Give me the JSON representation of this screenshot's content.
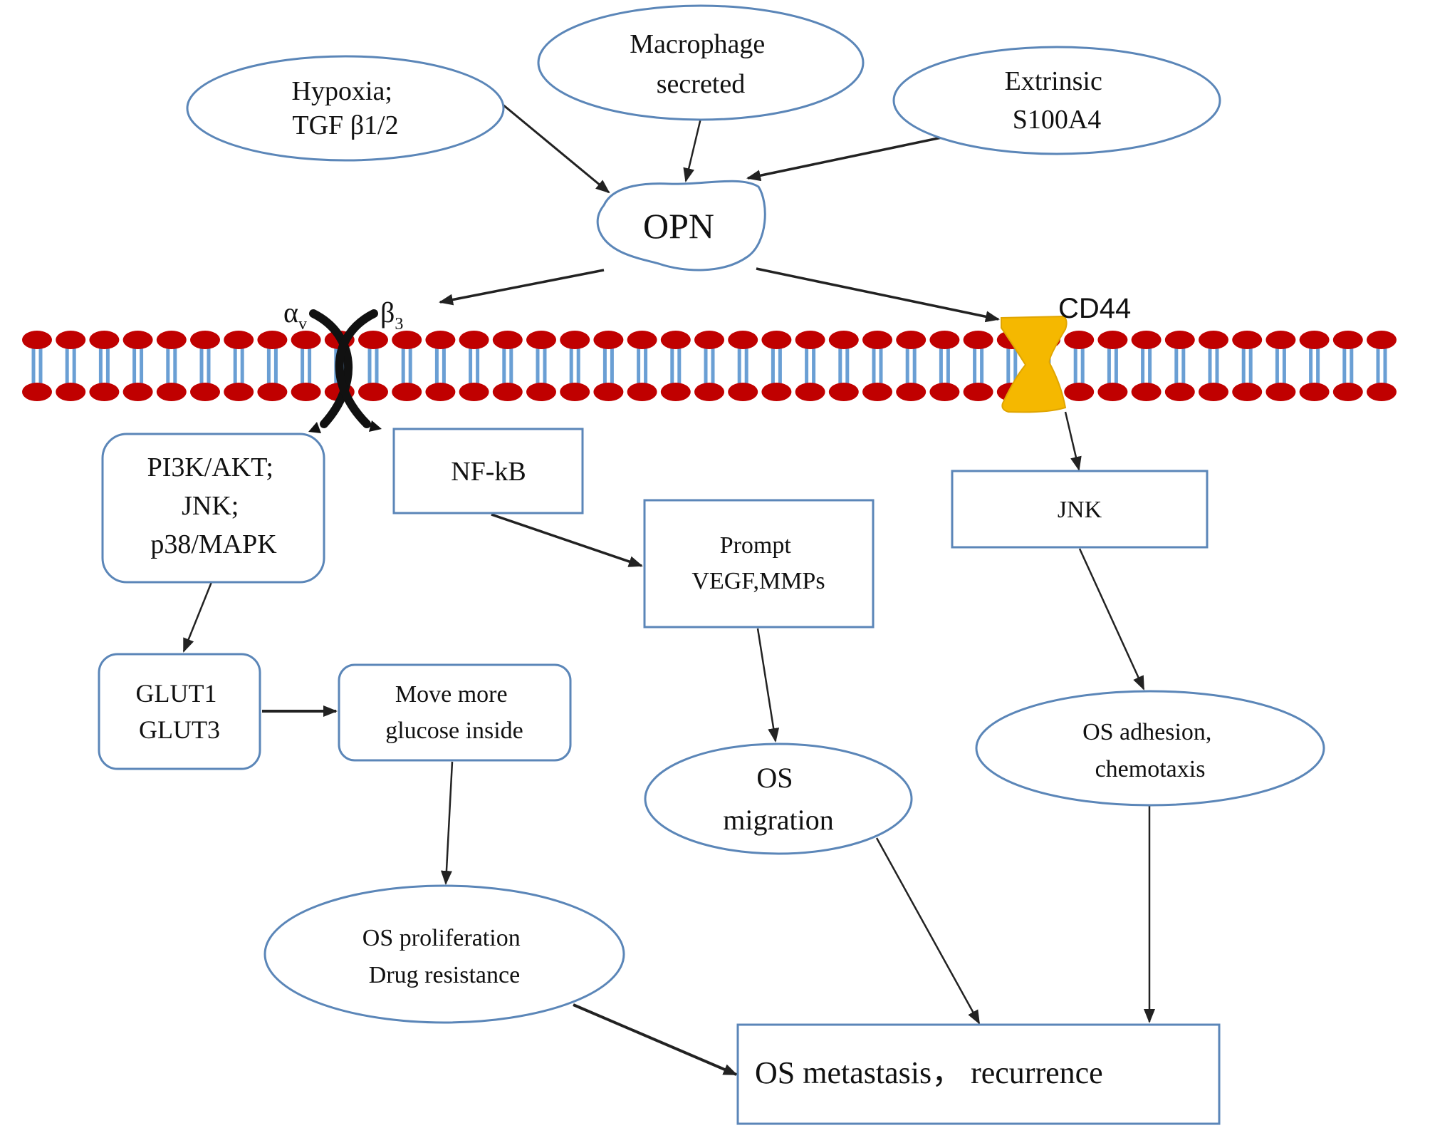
{
  "colors": {
    "node_border": "#5b86b8",
    "arrow": "#222222",
    "lipid_head": "#c00000",
    "lipid_tail": "#6a9fd4",
    "cd44_fill": "#f5b800",
    "integrin": "#111111"
  },
  "nodes": {
    "hypoxia": [
      "Hypoxia;",
      "TGF β1/2"
    ],
    "macrophage": [
      "Macrophage",
      "secreted"
    ],
    "extrinsic": [
      "Extrinsic",
      "S100A4"
    ],
    "opn": [
      "OPN"
    ],
    "pi3k": [
      "PI3K/AKT;",
      "JNK;",
      "p38/MAPK"
    ],
    "nfkb": [
      "NF-kB"
    ],
    "prompt": [
      "Prompt",
      "VEGF,MMPs"
    ],
    "jnk": [
      "JNK"
    ],
    "glut": [
      "GLUT1",
      "GLUT3"
    ],
    "move": [
      "Move more",
      "glucose inside"
    ],
    "migration": [
      "OS",
      "migration"
    ],
    "adhesion": [
      "OS adhesion,",
      "chemotaxis"
    ],
    "proliferation": [
      "OS proliferation",
      "Drug resistance"
    ],
    "metastasis": [
      "OS metastasis， recurrence"
    ]
  },
  "membrane": {
    "integrin_alpha_label": "α",
    "integrin_alpha_sub": "v",
    "integrin_beta_label": "β",
    "integrin_beta_sub": "3",
    "cd44_label": "CD44"
  },
  "edges": [
    {
      "from": "hypoxia",
      "to": "opn"
    },
    {
      "from": "macrophage",
      "to": "opn"
    },
    {
      "from": "extrinsic",
      "to": "opn"
    },
    {
      "from": "opn",
      "to": "integrin"
    },
    {
      "from": "opn",
      "to": "cd44"
    },
    {
      "from": "cd44",
      "to": "jnk"
    },
    {
      "from": "pi3k",
      "to": "glut"
    },
    {
      "from": "glut",
      "to": "move"
    },
    {
      "from": "nfkb",
      "to": "prompt"
    },
    {
      "from": "move",
      "to": "proliferation"
    },
    {
      "from": "prompt",
      "to": "migration"
    },
    {
      "from": "jnk",
      "to": "adhesion"
    },
    {
      "from": "proliferation",
      "to": "metastasis"
    },
    {
      "from": "migration",
      "to": "metastasis"
    },
    {
      "from": "adhesion",
      "to": "metastasis"
    }
  ]
}
